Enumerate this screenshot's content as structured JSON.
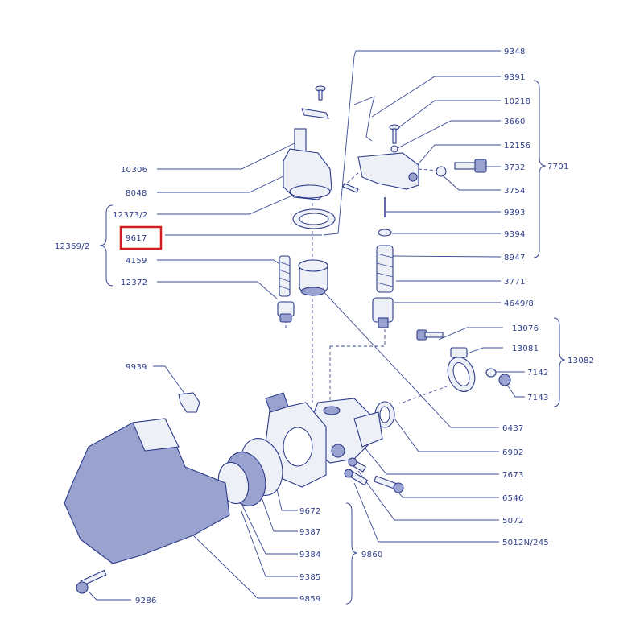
{
  "diagram": {
    "highlight_label": "9617",
    "labels": {
      "p9348": "9348",
      "p9391": "9391",
      "p10218": "10218",
      "p3660": "3660",
      "p12156": "12156",
      "p3732": "3732",
      "p7701": "7701",
      "p3754": "3754",
      "p10306": "10306",
      "p8048": "8048",
      "p12373_2": "12373/2",
      "p9617": "9617",
      "p12369_2": "12369/2",
      "p4159": "4159",
      "p12372": "12372",
      "p9393": "9393",
      "p9394": "9394",
      "p8947": "8947",
      "p3771": "3771",
      "p4649_8": "4649/8",
      "p13076": "13076",
      "p13081": "13081",
      "p13082": "13082",
      "p7142": "7142",
      "p7143": "7143",
      "p9939": "9939",
      "p6437": "6437",
      "p6902": "6902",
      "p7673": "7673",
      "p6546": "6546",
      "p5072": "5072",
      "p5012N_245": "5012N/245",
      "p9672": "9672",
      "p9387": "9387",
      "p9384": "9384",
      "p9860": "9860",
      "p9385": "9385",
      "p9859": "9859",
      "p9286": "9286"
    }
  },
  "colors": {
    "ink": "#2b3a8a",
    "highlight": "#d21f1f",
    "background": "#ffffff"
  }
}
